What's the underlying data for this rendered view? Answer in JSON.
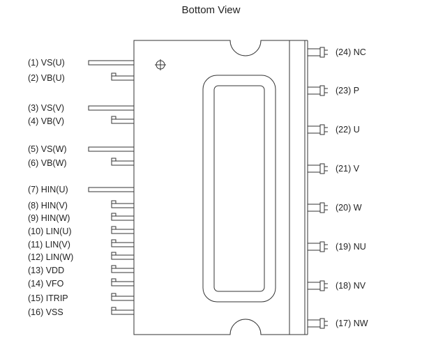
{
  "title": "Bottom View",
  "left_pins": [
    {
      "label": "(1) VS(U)"
    },
    {
      "label": "(2) VB(U)"
    },
    {
      "label": "(3) VS(V)"
    },
    {
      "label": "(4) VB(V)"
    },
    {
      "label": "(5) VS(W)"
    },
    {
      "label": "(6) VB(W)"
    },
    {
      "label": "(7) HIN(U)"
    },
    {
      "label": "(8) HIN(V)"
    },
    {
      "label": "(9) HIN(W)"
    },
    {
      "label": "(10) LIN(U)"
    },
    {
      "label": "(11) LIN(V)"
    },
    {
      "label": "(12) LIN(W)"
    },
    {
      "label": "(13) VDD"
    },
    {
      "label": "(14) VFO"
    },
    {
      "label": "(15) ITRIP"
    },
    {
      "label": "(16) VSS"
    }
  ],
  "right_pins": [
    {
      "label": "(24) NC"
    },
    {
      "label": "(23) P"
    },
    {
      "label": "(22) U"
    },
    {
      "label": "(21) V"
    },
    {
      "label": "(20) W"
    },
    {
      "label": "(19) NU"
    },
    {
      "label": "(18) NV"
    },
    {
      "label": "(17) NW"
    }
  ]
}
